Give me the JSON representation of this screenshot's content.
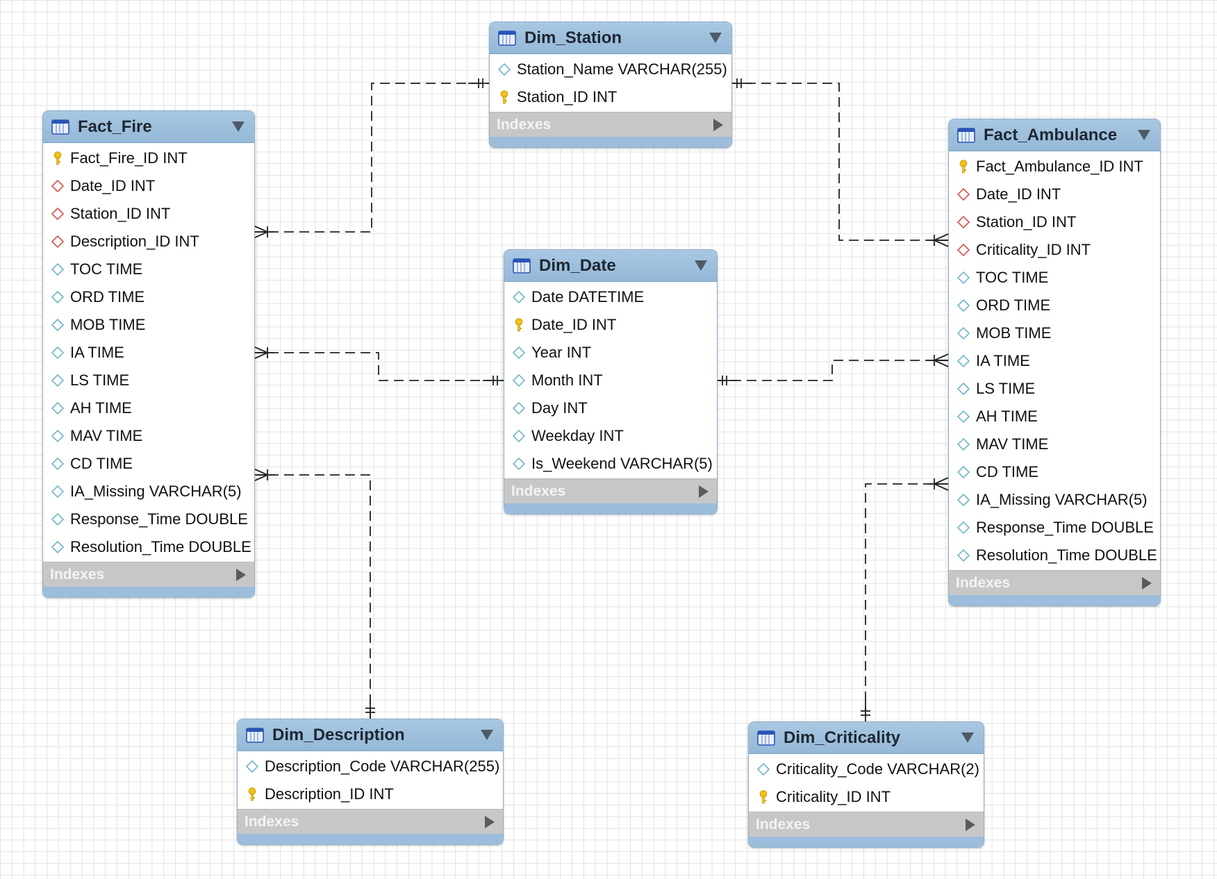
{
  "diagram": {
    "labels": {
      "indexes": "Indexes"
    },
    "icons": {
      "table": "table-icon",
      "primary_key": "key-icon",
      "foreign_key": "foreign-key-diamond-icon",
      "column": "column-diamond-icon",
      "collapse": "triangle-down-icon",
      "expand": "triangle-right-icon"
    },
    "colors": {
      "header": "#9dbfdc",
      "key": "#f2c21b",
      "foreign_key": "#d9534f",
      "column": "#6fb7c9",
      "indexes_bar": "#c7c7c7",
      "connector": "#222222"
    },
    "entities": [
      {
        "id": "fact_fire",
        "name": "Fact_Fire",
        "columns": [
          {
            "label": "Fact_Fire_ID INT",
            "kind": "pk"
          },
          {
            "label": "Date_ID INT",
            "kind": "fk"
          },
          {
            "label": "Station_ID INT",
            "kind": "fk"
          },
          {
            "label": "Description_ID INT",
            "kind": "fk"
          },
          {
            "label": "TOC TIME",
            "kind": "col"
          },
          {
            "label": "ORD TIME",
            "kind": "col"
          },
          {
            "label": "MOB TIME",
            "kind": "col"
          },
          {
            "label": "IA TIME",
            "kind": "col"
          },
          {
            "label": "LS TIME",
            "kind": "col"
          },
          {
            "label": "AH TIME",
            "kind": "col"
          },
          {
            "label": "MAV TIME",
            "kind": "col"
          },
          {
            "label": "CD TIME",
            "kind": "col"
          },
          {
            "label": "IA_Missing VARCHAR(5)",
            "kind": "col"
          },
          {
            "label": "Response_Time DOUBLE",
            "kind": "col"
          },
          {
            "label": "Resolution_Time DOUBLE",
            "kind": "col"
          }
        ]
      },
      {
        "id": "dim_station",
        "name": "Dim_Station",
        "columns": [
          {
            "label": "Station_Name VARCHAR(255)",
            "kind": "col"
          },
          {
            "label": "Station_ID INT",
            "kind": "pk"
          }
        ]
      },
      {
        "id": "fact_ambulance",
        "name": "Fact_Ambulance",
        "columns": [
          {
            "label": "Fact_Ambulance_ID INT",
            "kind": "pk"
          },
          {
            "label": "Date_ID INT",
            "kind": "fk"
          },
          {
            "label": "Station_ID INT",
            "kind": "fk"
          },
          {
            "label": "Criticality_ID INT",
            "kind": "fk"
          },
          {
            "label": "TOC TIME",
            "kind": "col"
          },
          {
            "label": "ORD TIME",
            "kind": "col"
          },
          {
            "label": "MOB TIME",
            "kind": "col"
          },
          {
            "label": "IA TIME",
            "kind": "col"
          },
          {
            "label": "LS TIME",
            "kind": "col"
          },
          {
            "label": "AH TIME",
            "kind": "col"
          },
          {
            "label": "MAV TIME",
            "kind": "col"
          },
          {
            "label": "CD TIME",
            "kind": "col"
          },
          {
            "label": "IA_Missing VARCHAR(5)",
            "kind": "col"
          },
          {
            "label": "Response_Time DOUBLE",
            "kind": "col"
          },
          {
            "label": "Resolution_Time DOUBLE",
            "kind": "col"
          }
        ]
      },
      {
        "id": "dim_date",
        "name": "Dim_Date",
        "columns": [
          {
            "label": "Date DATETIME",
            "kind": "col"
          },
          {
            "label": "Date_ID INT",
            "kind": "pk"
          },
          {
            "label": "Year INT",
            "kind": "col"
          },
          {
            "label": "Month INT",
            "kind": "col"
          },
          {
            "label": "Day INT",
            "kind": "col"
          },
          {
            "label": "Weekday INT",
            "kind": "col"
          },
          {
            "label": "Is_Weekend VARCHAR(5)",
            "kind": "col"
          }
        ]
      },
      {
        "id": "dim_description",
        "name": "Dim_Description",
        "columns": [
          {
            "label": "Description_Code VARCHAR(255)",
            "kind": "col"
          },
          {
            "label": "Description_ID INT",
            "kind": "pk"
          }
        ]
      },
      {
        "id": "dim_criticality",
        "name": "Dim_Criticality",
        "columns": [
          {
            "label": "Criticality_Code VARCHAR(2)",
            "kind": "col"
          },
          {
            "label": "Criticality_ID INT",
            "kind": "pk"
          }
        ]
      }
    ],
    "relationships": [
      {
        "id": "fire_station",
        "from": "Dim_Station",
        "to": "Fact_Fire",
        "cardinality": "one-to-many",
        "style": "dashed"
      },
      {
        "id": "ambulance_station",
        "from": "Dim_Station",
        "to": "Fact_Ambulance",
        "cardinality": "one-to-many",
        "style": "dashed"
      },
      {
        "id": "fire_date",
        "from": "Dim_Date",
        "to": "Fact_Fire",
        "cardinality": "one-to-many",
        "style": "dashed"
      },
      {
        "id": "ambulance_date",
        "from": "Dim_Date",
        "to": "Fact_Ambulance",
        "cardinality": "one-to-many",
        "style": "dashed"
      },
      {
        "id": "fire_description",
        "from": "Dim_Description",
        "to": "Fact_Fire",
        "cardinality": "one-to-many",
        "style": "dashed"
      },
      {
        "id": "ambulance_criticality",
        "from": "Dim_Criticality",
        "to": "Fact_Ambulance",
        "cardinality": "one-to-many",
        "style": "dashed"
      }
    ]
  }
}
